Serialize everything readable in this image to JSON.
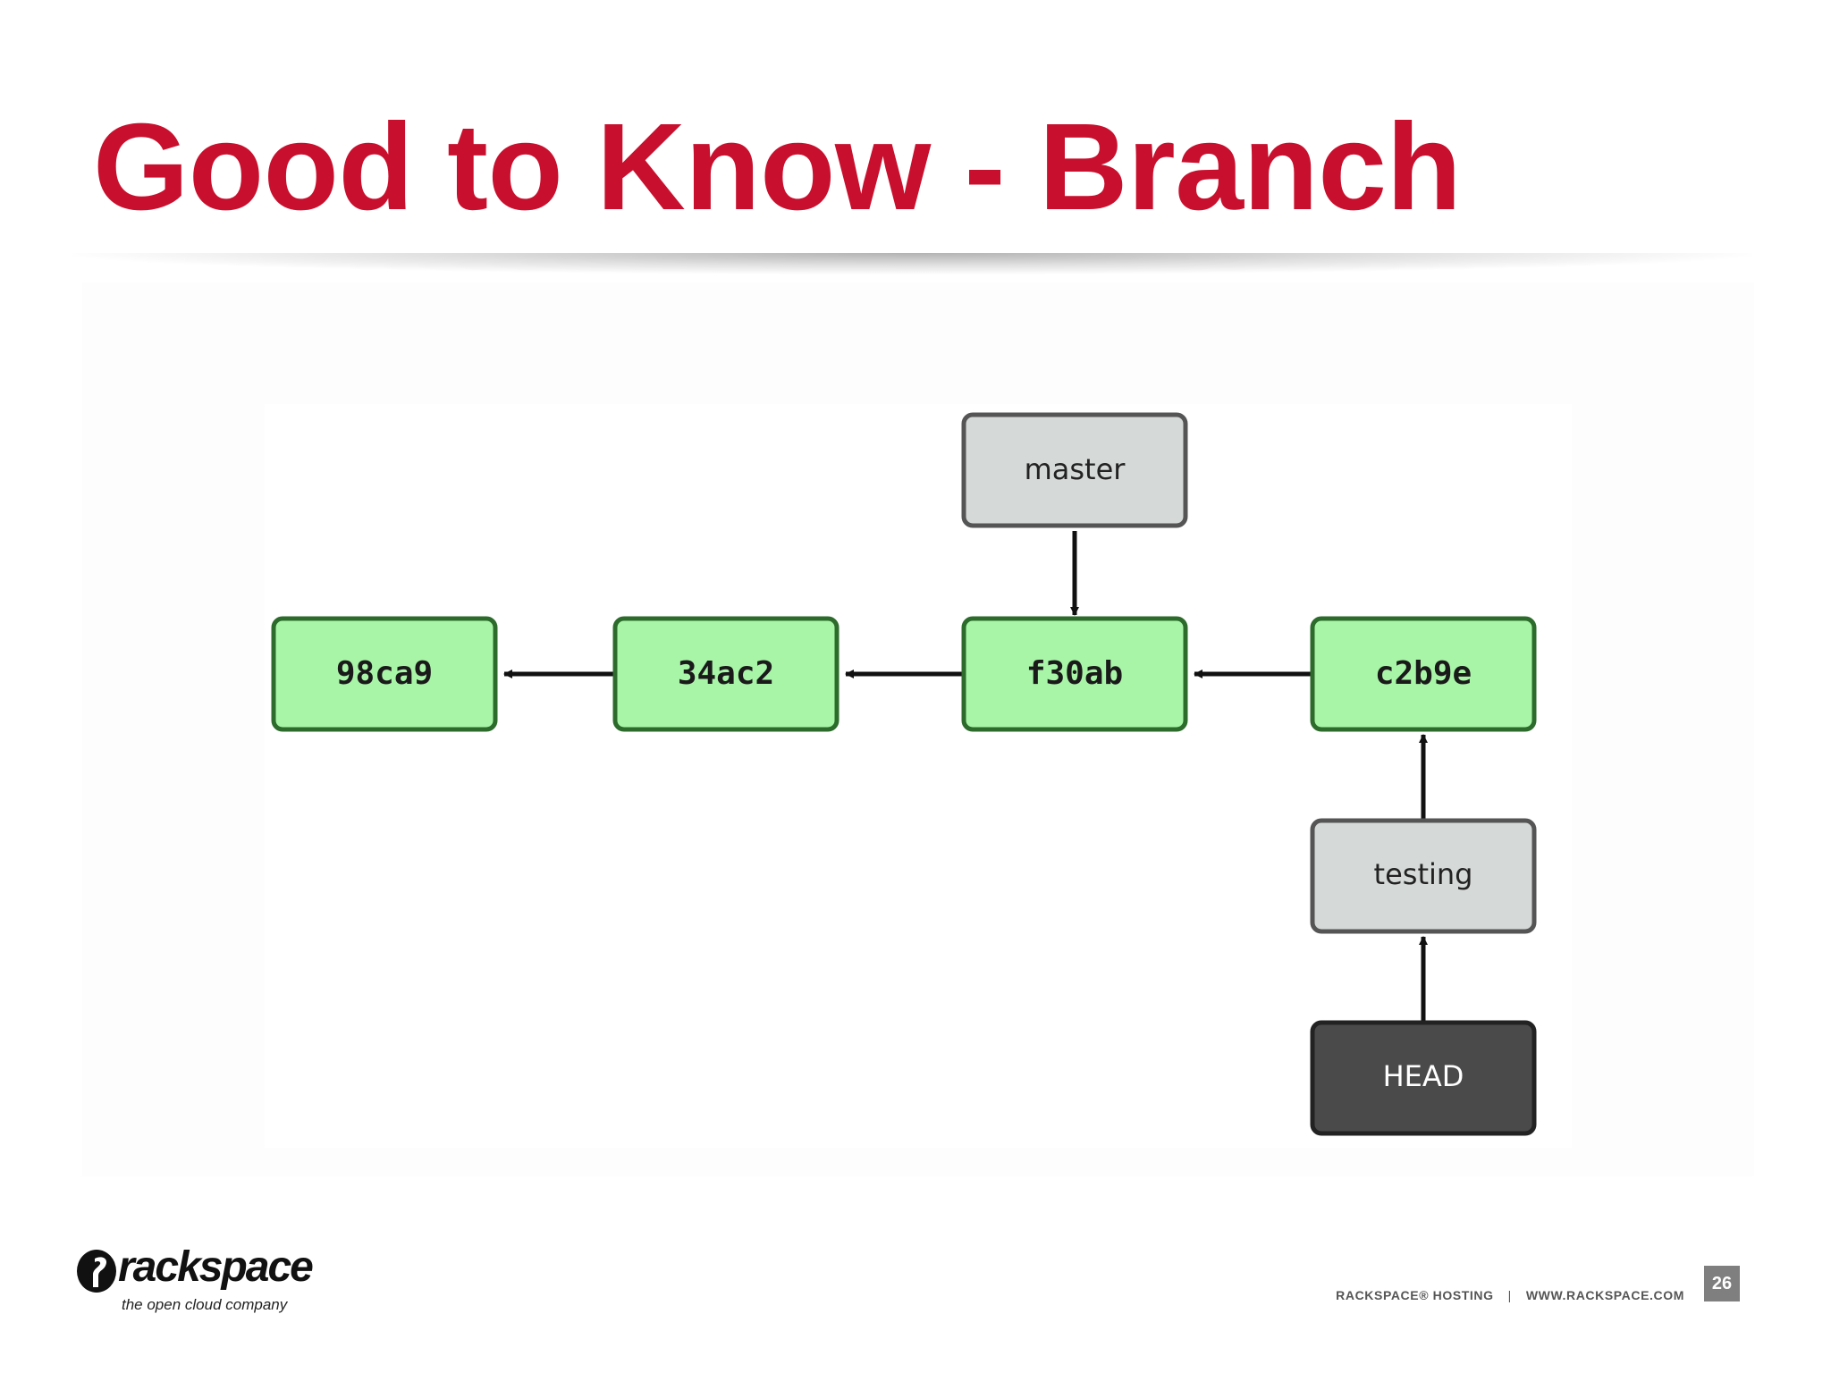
{
  "slide": {
    "title": "Good to Know - Branch",
    "title_color": "#c8102e",
    "page_number": "26"
  },
  "diagram": {
    "commits": [
      {
        "id": "98ca9"
      },
      {
        "id": "34ac2"
      },
      {
        "id": "f30ab"
      },
      {
        "id": "c2b9e"
      }
    ],
    "branches": [
      {
        "name": "master",
        "points_to": "f30ab"
      },
      {
        "name": "testing",
        "points_to": "c2b9e"
      }
    ],
    "head": {
      "label": "HEAD",
      "points_to": "testing"
    },
    "colors": {
      "commit_fill": "#a8f5a8",
      "commit_stroke": "#2c6b2c",
      "branch_fill": "#d5d9d8",
      "branch_stroke": "#555555",
      "head_fill": "#4a4a4a",
      "head_stroke": "#222222",
      "arrow": "#111111"
    },
    "edges": [
      {
        "from": "34ac2",
        "to": "98ca9"
      },
      {
        "from": "f30ab",
        "to": "34ac2"
      },
      {
        "from": "c2b9e",
        "to": "f30ab"
      },
      {
        "from": "master",
        "to": "f30ab"
      },
      {
        "from": "testing",
        "to": "c2b9e"
      },
      {
        "from": "HEAD",
        "to": "testing"
      }
    ]
  },
  "logo": {
    "wordmark": "rackspace",
    "tagline": "the open cloud company"
  },
  "footer": {
    "left": "RACKSPACE® HOSTING",
    "separator": "|",
    "right": "WWW.RACKSPACE.COM"
  }
}
